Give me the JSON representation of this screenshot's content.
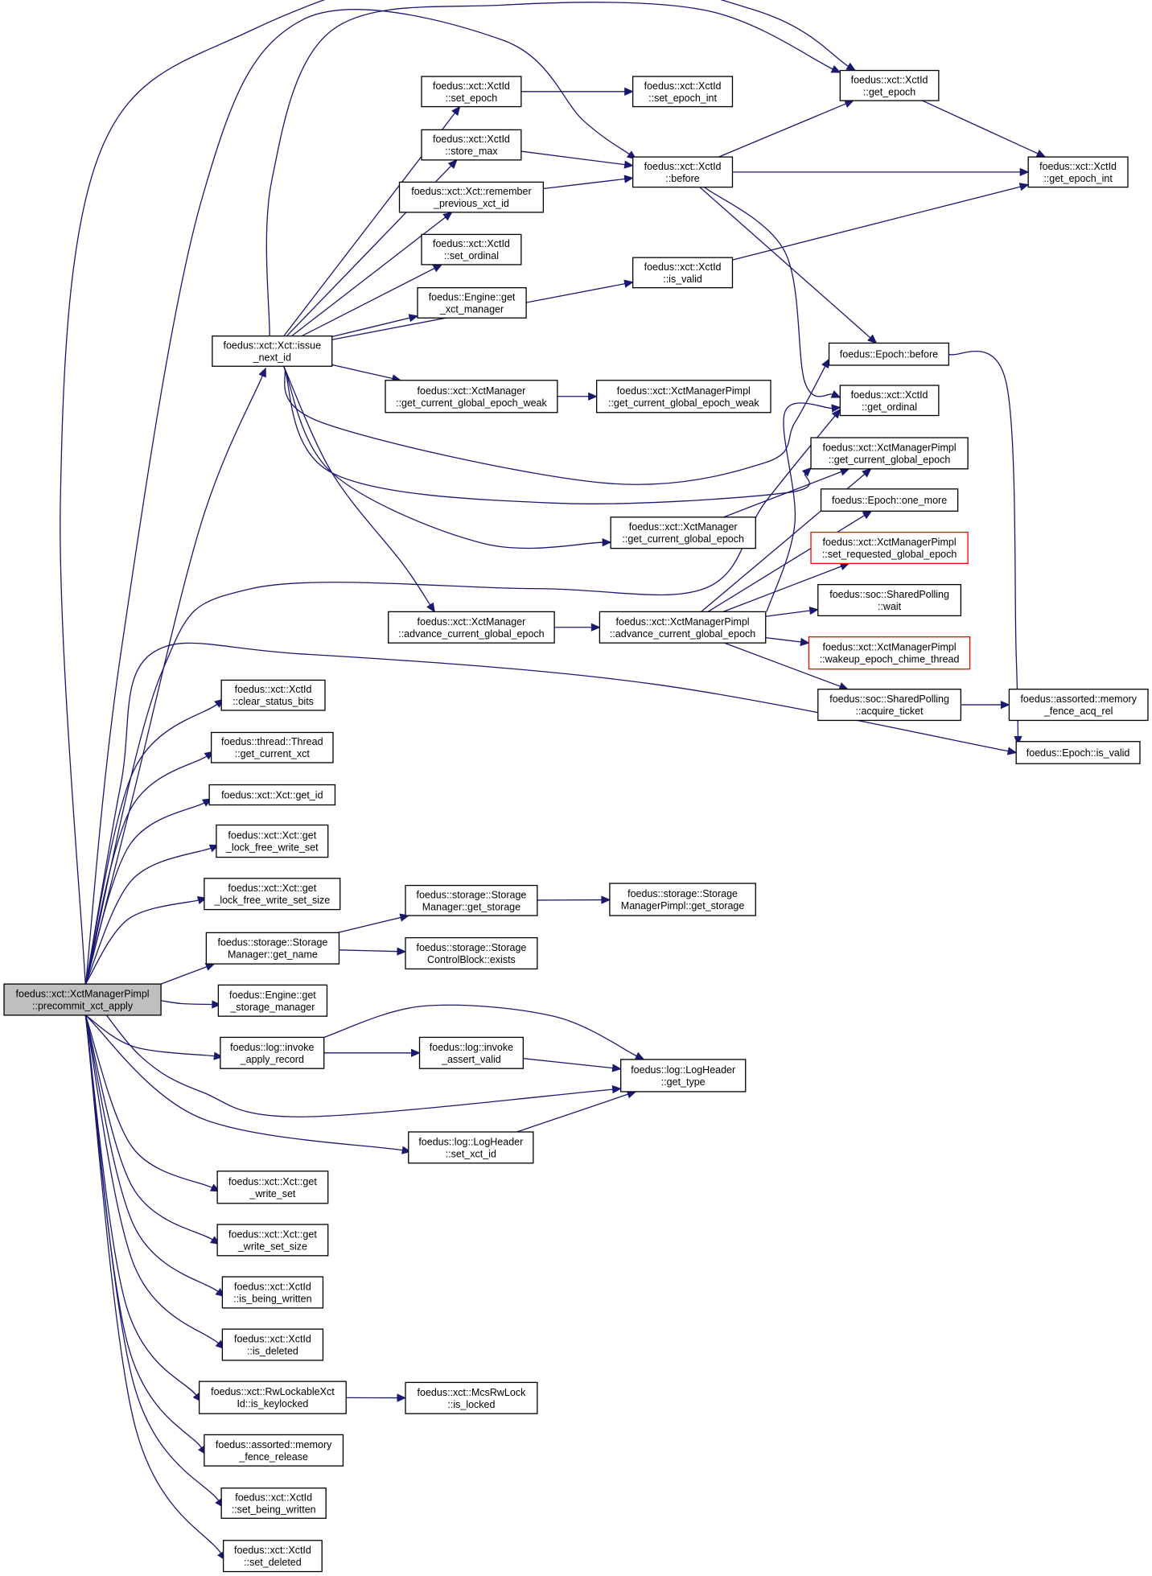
{
  "diagram": {
    "nodes": [
      {
        "id": "root",
        "lines": [
          "foedus::xct::XctManagerPimpl",
          "::precommit_xct_apply"
        ],
        "style": "root"
      },
      {
        "id": "issue_next_id",
        "lines": [
          "foedus::xct::Xct::issue",
          "_next_id"
        ]
      },
      {
        "id": "set_epoch",
        "lines": [
          "foedus::xct::XctId",
          "::set_epoch"
        ]
      },
      {
        "id": "set_epoch_int",
        "lines": [
          "foedus::xct::XctId",
          "::set_epoch_int"
        ]
      },
      {
        "id": "get_epoch",
        "lines": [
          "foedus::xct::XctId",
          "::get_epoch"
        ]
      },
      {
        "id": "store_max",
        "lines": [
          "foedus::xct::XctId",
          "::store_max"
        ]
      },
      {
        "id": "before",
        "lines": [
          "foedus::xct::XctId",
          "::before"
        ]
      },
      {
        "id": "get_epoch_int",
        "lines": [
          "foedus::xct::XctId",
          "::get_epoch_int"
        ]
      },
      {
        "id": "remember_prev",
        "lines": [
          "foedus::xct::Xct::remember",
          "_previous_xct_id"
        ]
      },
      {
        "id": "set_ordinal",
        "lines": [
          "foedus::xct::XctId",
          "::set_ordinal"
        ]
      },
      {
        "id": "is_valid_xid",
        "lines": [
          "foedus::xct::XctId",
          "::is_valid"
        ]
      },
      {
        "id": "get_xct_manager",
        "lines": [
          "foedus::Engine::get",
          "_xct_manager"
        ]
      },
      {
        "id": "epoch_before",
        "lines": [
          "foedus::Epoch::before"
        ]
      },
      {
        "id": "get_ordinal",
        "lines": [
          "foedus::xct::XctId",
          "::get_ordinal"
        ]
      },
      {
        "id": "xm_weak",
        "lines": [
          "foedus::xct::XctManager",
          "::get_current_global_epoch_weak"
        ]
      },
      {
        "id": "xmp_weak",
        "lines": [
          "foedus::xct::XctManagerPimpl",
          "::get_current_global_epoch_weak"
        ]
      },
      {
        "id": "xmp_gcge",
        "lines": [
          "foedus::xct::XctManagerPimpl",
          "::get_current_global_epoch"
        ]
      },
      {
        "id": "one_more",
        "lines": [
          "foedus::Epoch::one_more"
        ]
      },
      {
        "id": "xm_gcge",
        "lines": [
          "foedus::xct::XctManager",
          "::get_current_global_epoch"
        ]
      },
      {
        "id": "set_requested",
        "lines": [
          "foedus::xct::XctManagerPimpl",
          "::set_requested_global_epoch"
        ],
        "style": "red"
      },
      {
        "id": "sp_wait",
        "lines": [
          "foedus::soc::SharedPolling",
          "::wait"
        ]
      },
      {
        "id": "xm_advance",
        "lines": [
          "foedus::xct::XctManager",
          "::advance_current_global_epoch"
        ]
      },
      {
        "id": "xmp_advance",
        "lines": [
          "foedus::xct::XctManagerPimpl",
          "::advance_current_global_epoch"
        ]
      },
      {
        "id": "wakeup",
        "lines": [
          "foedus::xct::XctManagerPimpl",
          "::wakeup_epoch_chime_thread"
        ],
        "style": "red"
      },
      {
        "id": "clear_status",
        "lines": [
          "foedus::xct::XctId",
          "::clear_status_bits"
        ]
      },
      {
        "id": "acquire_ticket",
        "lines": [
          "foedus::soc::SharedPolling",
          "::acquire_ticket"
        ]
      },
      {
        "id": "mf_acq_rel",
        "lines": [
          "foedus::assorted::memory",
          "_fence_acq_rel"
        ]
      },
      {
        "id": "thread_gcx",
        "lines": [
          "foedus::thread::Thread",
          "::get_current_xct"
        ]
      },
      {
        "id": "epoch_is_valid",
        "lines": [
          "foedus::Epoch::is_valid"
        ]
      },
      {
        "id": "get_id",
        "lines": [
          "foedus::xct::Xct::get_id"
        ]
      },
      {
        "id": "get_lfws",
        "lines": [
          "foedus::xct::Xct::get",
          "_lock_free_write_set"
        ]
      },
      {
        "id": "get_lfws_size",
        "lines": [
          "foedus::xct::Xct::get",
          "_lock_free_write_set_size"
        ]
      },
      {
        "id": "sm_get_storage",
        "lines": [
          "foedus::storage::Storage",
          "Manager::get_storage"
        ]
      },
      {
        "id": "smp_get_storage",
        "lines": [
          "foedus::storage::Storage",
          "ManagerPimpl::get_storage"
        ]
      },
      {
        "id": "sm_get_name",
        "lines": [
          "foedus::storage::Storage",
          "Manager::get_name"
        ]
      },
      {
        "id": "cb_exists",
        "lines": [
          "foedus::storage::Storage",
          "ControlBlock::exists"
        ]
      },
      {
        "id": "get_storage_manager",
        "lines": [
          "foedus::Engine::get",
          "_storage_manager"
        ]
      },
      {
        "id": "invoke_apply",
        "lines": [
          "foedus::log::invoke",
          "_apply_record"
        ]
      },
      {
        "id": "invoke_assert",
        "lines": [
          "foedus::log::invoke",
          "_assert_valid"
        ]
      },
      {
        "id": "lh_get_type",
        "lines": [
          "foedus::log::LogHeader",
          "::get_type"
        ]
      },
      {
        "id": "lh_set_xct_id",
        "lines": [
          "foedus::log::LogHeader",
          "::set_xct_id"
        ]
      },
      {
        "id": "get_write_set",
        "lines": [
          "foedus::xct::Xct::get",
          "_write_set"
        ]
      },
      {
        "id": "get_write_set_size",
        "lines": [
          "foedus::xct::Xct::get",
          "_write_set_size"
        ]
      },
      {
        "id": "is_being_written",
        "lines": [
          "foedus::xct::XctId",
          "::is_being_written"
        ]
      },
      {
        "id": "is_deleted",
        "lines": [
          "foedus::xct::XctId",
          "::is_deleted"
        ]
      },
      {
        "id": "is_keylocked",
        "lines": [
          "foedus::xct::RwLockableXct",
          "Id::is_keylocked"
        ]
      },
      {
        "id": "mcs_is_locked",
        "lines": [
          "foedus::xct::McsRwLock",
          "::is_locked"
        ]
      },
      {
        "id": "mf_release",
        "lines": [
          "foedus::assorted::memory",
          "_fence_release"
        ]
      },
      {
        "id": "set_being_written",
        "lines": [
          "foedus::xct::XctId",
          "::set_being_written"
        ]
      },
      {
        "id": "set_deleted",
        "lines": [
          "foedus::xct::XctId",
          "::set_deleted"
        ]
      }
    ],
    "edges": [
      [
        "root",
        "issue_next_id"
      ],
      [
        "root",
        "get_epoch"
      ],
      [
        "root",
        "before"
      ],
      [
        "root",
        "get_ordinal"
      ],
      [
        "root",
        "clear_status"
      ],
      [
        "root",
        "thread_gcx"
      ],
      [
        "root",
        "epoch_is_valid"
      ],
      [
        "root",
        "get_id"
      ],
      [
        "root",
        "get_lfws"
      ],
      [
        "root",
        "get_lfws_size"
      ],
      [
        "root",
        "sm_get_name"
      ],
      [
        "root",
        "get_storage_manager"
      ],
      [
        "root",
        "invoke_apply"
      ],
      [
        "root",
        "lh_get_type"
      ],
      [
        "root",
        "lh_set_xct_id"
      ],
      [
        "root",
        "get_write_set"
      ],
      [
        "root",
        "get_write_set_size"
      ],
      [
        "root",
        "is_being_written"
      ],
      [
        "root",
        "is_deleted"
      ],
      [
        "root",
        "is_keylocked"
      ],
      [
        "root",
        "mf_release"
      ],
      [
        "root",
        "set_being_written"
      ],
      [
        "root",
        "set_deleted"
      ],
      [
        "issue_next_id",
        "get_epoch"
      ],
      [
        "issue_next_id",
        "set_epoch"
      ],
      [
        "issue_next_id",
        "store_max"
      ],
      [
        "issue_next_id",
        "remember_prev"
      ],
      [
        "issue_next_id",
        "set_ordinal"
      ],
      [
        "issue_next_id",
        "get_xct_manager"
      ],
      [
        "issue_next_id",
        "is_valid_xid"
      ],
      [
        "issue_next_id",
        "xm_weak"
      ],
      [
        "issue_next_id",
        "epoch_before"
      ],
      [
        "issue_next_id",
        "xmp_gcge"
      ],
      [
        "issue_next_id",
        "xm_gcge"
      ],
      [
        "issue_next_id",
        "xm_advance"
      ],
      [
        "set_epoch",
        "set_epoch_int"
      ],
      [
        "store_max",
        "before"
      ],
      [
        "remember_prev",
        "before"
      ],
      [
        "get_epoch",
        "get_epoch_int"
      ],
      [
        "before",
        "get_epoch"
      ],
      [
        "before",
        "get_epoch_int"
      ],
      [
        "before",
        "epoch_before"
      ],
      [
        "before",
        "get_ordinal"
      ],
      [
        "is_valid_xid",
        "get_epoch_int"
      ],
      [
        "xm_weak",
        "xmp_weak"
      ],
      [
        "xm_gcge",
        "xmp_gcge"
      ],
      [
        "xm_advance",
        "xmp_advance"
      ],
      [
        "xmp_advance",
        "get_ordinal"
      ],
      [
        "xmp_advance",
        "xmp_gcge"
      ],
      [
        "xmp_advance",
        "one_more"
      ],
      [
        "xmp_advance",
        "set_requested"
      ],
      [
        "xmp_advance",
        "sp_wait"
      ],
      [
        "xmp_advance",
        "wakeup"
      ],
      [
        "xmp_advance",
        "acquire_ticket"
      ],
      [
        "acquire_ticket",
        "mf_acq_rel"
      ],
      [
        "epoch_before",
        "epoch_is_valid"
      ],
      [
        "sm_get_name",
        "sm_get_storage"
      ],
      [
        "sm_get_name",
        "cb_exists"
      ],
      [
        "sm_get_storage",
        "smp_get_storage"
      ],
      [
        "invoke_apply",
        "invoke_assert"
      ],
      [
        "invoke_apply",
        "lh_get_type"
      ],
      [
        "invoke_assert",
        "lh_get_type"
      ],
      [
        "lh_set_xct_id",
        "lh_get_type"
      ],
      [
        "is_keylocked",
        "mcs_is_locked"
      ]
    ]
  }
}
